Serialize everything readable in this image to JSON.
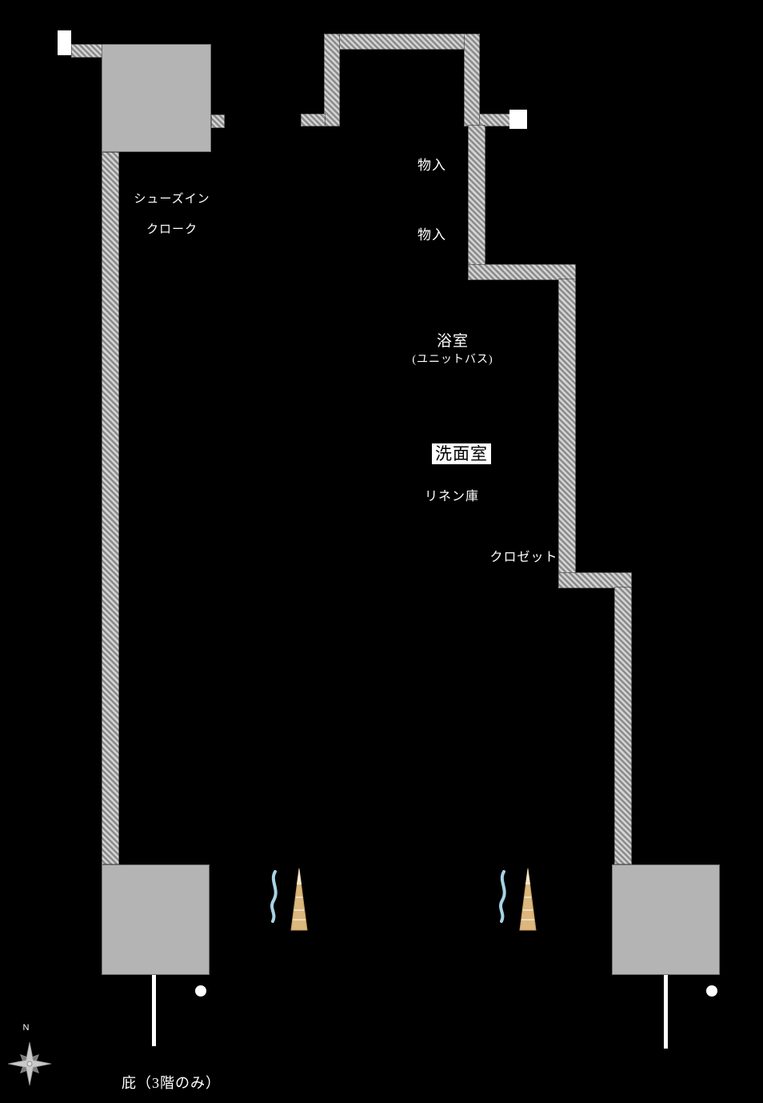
{
  "meta": {
    "type": "architectural-floor-plan"
  },
  "colors": {
    "background": "#000000",
    "wall_light": "#d4d4d4",
    "wall_dark": "#8b8b8b",
    "block_fill": "#b4b4b4",
    "block_border": "#707070",
    "text": "#ffffff",
    "washroom_bg": "#ffffff",
    "washroom_text": "#000000",
    "steam_blue": "#a7d3e4",
    "cone_tan": "#dcb77e",
    "cone_tip": "#f3e6cd",
    "compass_light": "#c9c9c9",
    "compass_dark": "#7c7c7c"
  },
  "labels": {
    "shoes_in_1": "シューズイン",
    "shoes_in_2": "クローク",
    "storage_upper": "物入",
    "storage_lower": "物入",
    "bathroom_1": "浴室",
    "bathroom_2": "(ユニットバス)",
    "washroom": "洗面室",
    "linen": "リネン庫",
    "closet": "クロゼット",
    "eaves": "庇（3階のみ）",
    "compass_n": "N"
  },
  "icons": {
    "steam_cone_left": "blue-steam-with-tan-cone",
    "steam_cone_right": "blue-steam-with-tan-cone",
    "compass_rose": "8-point-compass-rose"
  }
}
